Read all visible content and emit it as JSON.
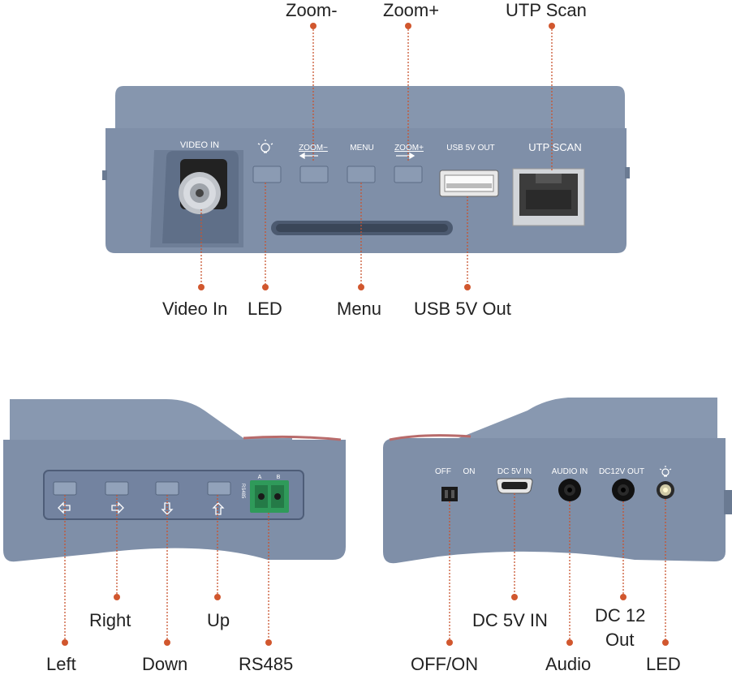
{
  "top_panel": {
    "callouts": {
      "zoom_minus": "Zoom-",
      "zoom_plus": "Zoom+",
      "utp_scan": "UTP Scan",
      "video_in": "Video In",
      "led": "LED",
      "menu": "Menu",
      "usb_5v_out": "USB 5V Out"
    },
    "printed": {
      "video_in": "VIDEO IN",
      "zoom_minus": "ZOOM−",
      "menu": "MENU",
      "zoom_plus": "ZOOM+",
      "usb": "USB 5V OUT",
      "utp": "UTP SCAN"
    }
  },
  "bottom_left_panel": {
    "callouts": {
      "left": "Left",
      "right": "Right",
      "down": "Down",
      "up": "Up",
      "rs485": "RS485"
    },
    "printed": {
      "a": "A",
      "b": "B",
      "rs485_vertical": "RS485"
    }
  },
  "bottom_right_panel": {
    "callouts": {
      "off_on": "OFF/ON",
      "dc_5v_in": "DC 5V IN",
      "audio": "Audio",
      "dc_12_out_line1": "DC 12",
      "dc_12_out_line2": "Out",
      "led": "LED"
    },
    "printed": {
      "off": "OFF",
      "on": "ON",
      "dc_5v_in": "DC 5V IN",
      "audio_in": "AUDIO IN",
      "dc12v_out": "DC12V OUT"
    }
  },
  "colors": {
    "body": "#7f8fa8",
    "body_dark": "#6e7e97",
    "body_light": "#93a2b8",
    "leader": "#c8542f",
    "dot": "#d1572e"
  }
}
